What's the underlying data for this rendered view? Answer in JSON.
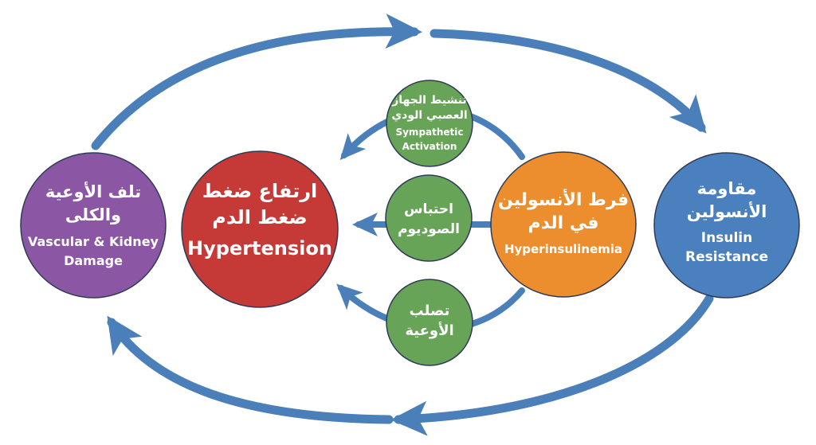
{
  "colors": {
    "arrow": "#4a7fb9",
    "vascular": "#8b57a5",
    "hypertension": "#c53a37",
    "hyperinsulinemia": "#ec8e2e",
    "insulin_resistance": "#4a80be",
    "mechanism": "#68a457",
    "text": "#ffffff"
  },
  "nodes": {
    "vascular": {
      "ar_line1": "تلف الأوعية",
      "ar_line2": "والكلى",
      "en_line1": "Vascular & Kidney",
      "en_line2": "Damage"
    },
    "hypertension": {
      "ar_line1": "ارتفاع ضغط",
      "ar_line2": "ضغط الدم",
      "en_line1": "Hypertension"
    },
    "hyperinsulinemia": {
      "ar_line1": "فرط الأنسولين",
      "ar_line2": "في الدم",
      "en_line1": "Hyperinsulinemia"
    },
    "insulin_resistance": {
      "ar_line1": "مقاومة",
      "ar_line2": "الأنسولين",
      "en_line1": "Insulin",
      "en_line2": "Resistance"
    },
    "sympathetic": {
      "ar_line1": "تنشيط الجهاز",
      "ar_line2": "العصبي الودي",
      "en_line1": "Sympathetic",
      "en_line2": "Activation"
    },
    "sodium": {
      "ar_line1": "احتباس",
      "ar_line2": "الصوديوم"
    },
    "stiffness": {
      "ar_line1": "تصلب",
      "ar_line2": "الأوعية"
    }
  }
}
